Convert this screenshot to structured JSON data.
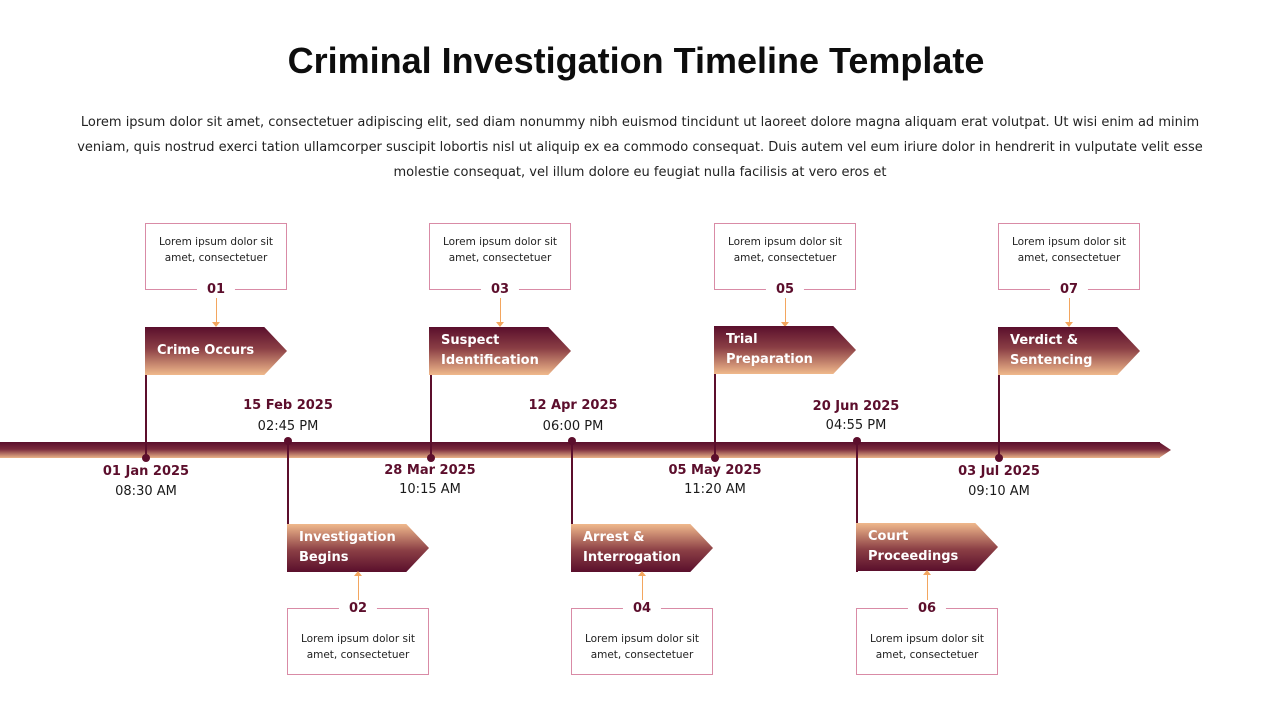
{
  "title": "Criminal Investigation Timeline Template",
  "description": "Lorem ipsum dolor sit amet, consectetuer adipiscing elit, sed diam nonummy nibh euismod tincidunt ut laoreet dolore magna aliquam erat volutpat. Ut wisi enim ad minim veniam, quis nostrud exerci tation ullamcorper suscipit lobortis nisl ut aliquip ex ea commodo consequat. Duis autem vel eum iriure dolor in hendrerit in vulputate velit esse molestie consequat, vel illum dolore eu feugiat nulla facilisis at vero eros et",
  "colors": {
    "primary": "#5c0e2c",
    "accent": "#f0b98c",
    "box_border": "#d98ba6",
    "connector": "#f3a65f"
  },
  "events": [
    {
      "num": "01",
      "label": "Crime Occurs",
      "date": "01 Jan 2025",
      "time": "08:30 AM",
      "text": "Lorem ipsum dolor sit amet, consectetuer"
    },
    {
      "num": "02",
      "label": "Investigation Begins",
      "date": "15 Feb 2025",
      "time": "02:45 PM",
      "text": "Lorem ipsum dolor sit amet, consectetuer"
    },
    {
      "num": "03",
      "label": "Suspect Identification",
      "date": "28 Mar 2025",
      "time": "10:15 AM",
      "text": "Lorem ipsum dolor sit amet, consectetuer"
    },
    {
      "num": "04",
      "label": "Arrest & Interrogation",
      "date": "12 Apr 2025",
      "time": "06:00 PM",
      "text": "Lorem ipsum dolor sit amet, consectetuer"
    },
    {
      "num": "05",
      "label": "Trial Preparation",
      "date": "05 May 2025",
      "time": "11:20 AM",
      "text": "Lorem ipsum dolor sit amet, consectetuer"
    },
    {
      "num": "06",
      "label": "Court Proceedings",
      "date": "20 Jun 2025",
      "time": "04:55 PM",
      "text": "Lorem ipsum dolor sit amet, consectetuer"
    },
    {
      "num": "07",
      "label": "Verdict & Sentencing",
      "date": "03 Jul 2025",
      "time": "09:10 AM",
      "text": "Lorem ipsum dolor sit amet, consectetuer"
    }
  ]
}
